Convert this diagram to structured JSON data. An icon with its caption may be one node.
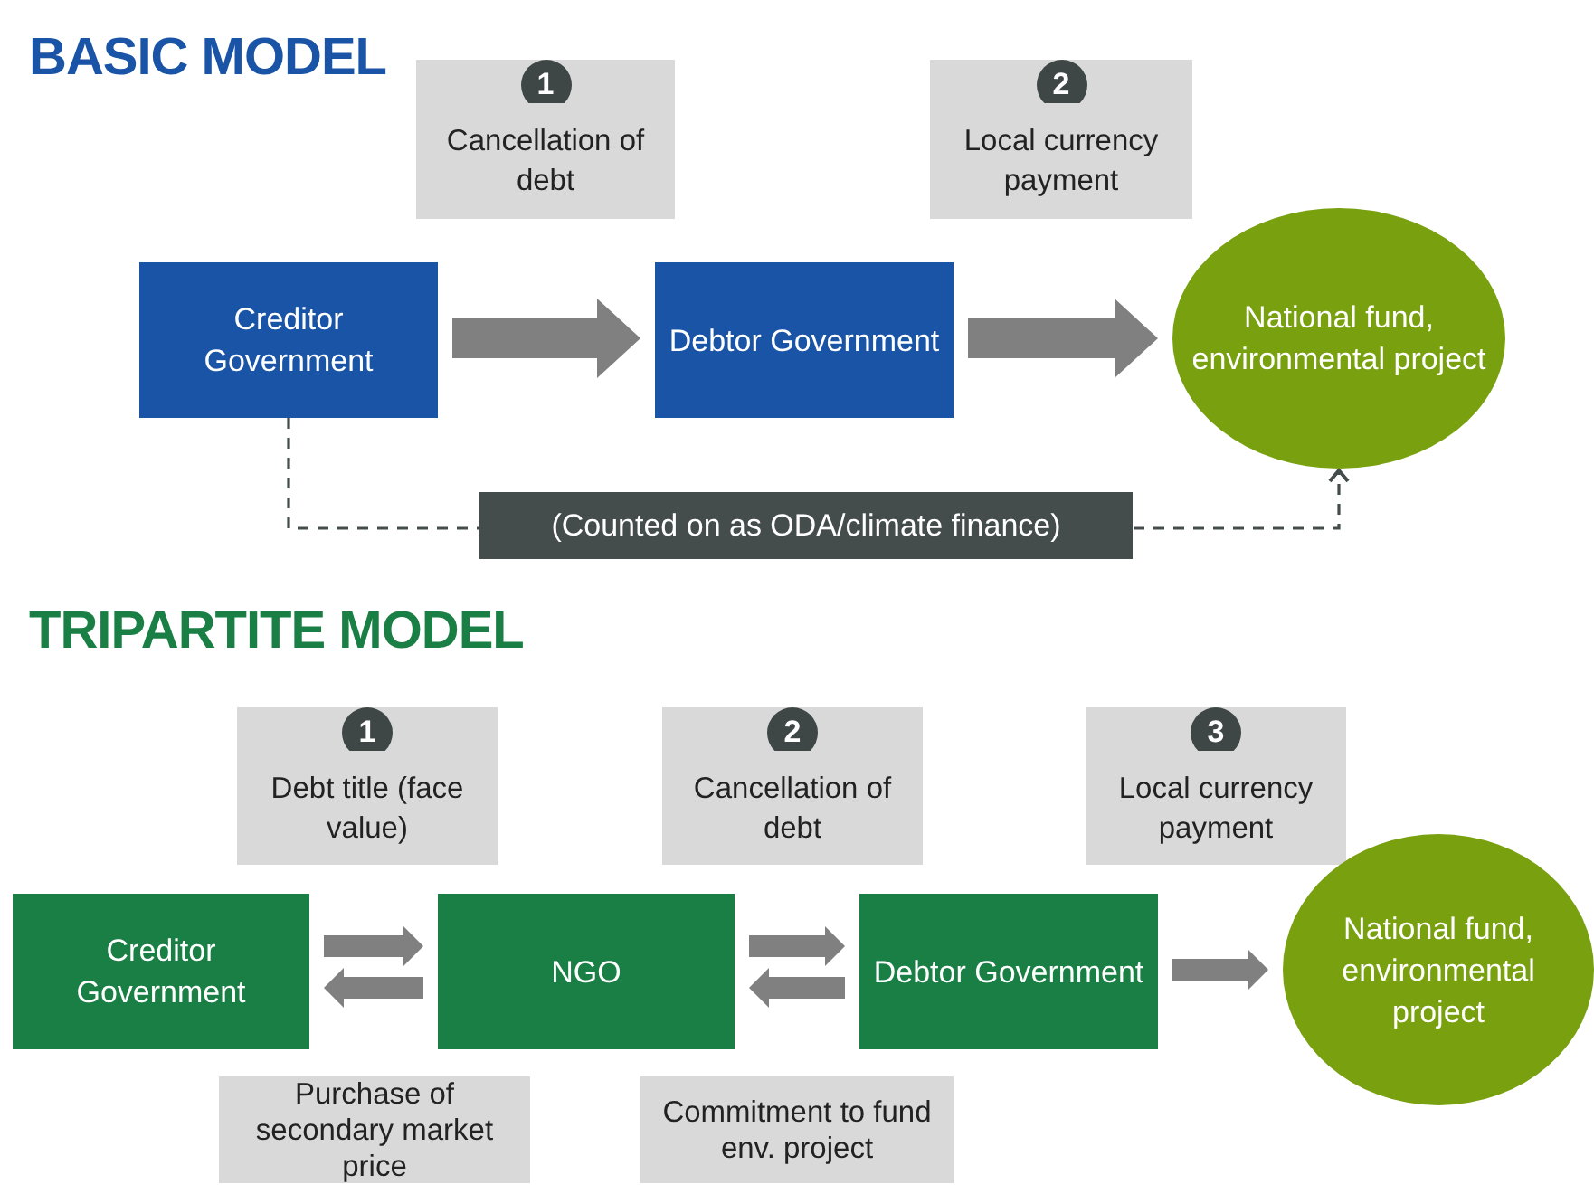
{
  "diagram": {
    "nodes": [
      {
        "text": [
          "1",
          "Cancellation of debt"
        ]
      },
      {
        "text": [
          "2",
          "Local currency payment"
        ]
      },
      {
        "text": [
          "Creditor Government"
        ]
      },
      {
        "text": [
          "Debtor Government"
        ]
      },
      {
        "text": [
          "National fund, environmental project"
        ]
      },
      {
        "text": [
          "1",
          "Debt title (face value)"
        ]
      },
      {
        "text": [
          "2",
          "Cancellation of debt"
        ]
      },
      {
        "text": [
          "3",
          "Local currency payment"
        ]
      },
      {
        "text": [
          "Creditor Government"
        ]
      },
      {
        "text": [
          "NGO"
        ]
      },
      {
        "text": [
          "Debtor Government"
        ]
      },
      {
        "text": [
          "National fund, environmental project"
        ]
      },
      {
        "text": [
          "Purchase of secondary market price"
        ]
      },
      {
        "text": [
          "Commitment to fund env. project"
        ]
      }
    ],
    "edges": [
      {
        "from": 2,
        "to": 3,
        "arrow": "to",
        "style": "thick"
      },
      {
        "from": 3,
        "to": 4,
        "arrow": "to",
        "style": "thick"
      },
      {
        "from": 2,
        "to": 4,
        "arrow": "to",
        "style": "dashed",
        "label": "(Counted on as ODA/climate finance)"
      },
      {
        "from": 8,
        "to": 9,
        "arrow": "to",
        "style": "thick"
      },
      {
        "from": 9,
        "to": 8,
        "arrow": "to",
        "style": "thick"
      },
      {
        "from": 9,
        "to": 10,
        "arrow": "to",
        "style": "thick"
      },
      {
        "from": 10,
        "to": 9,
        "arrow": "to",
        "style": "thick"
      },
      {
        "from": 10,
        "to": 11,
        "arrow": "to",
        "style": "thick"
      }
    ],
    "labels": [
      "BASIC MODEL",
      "TRIPARTITE MODEL"
    ]
  }
}
